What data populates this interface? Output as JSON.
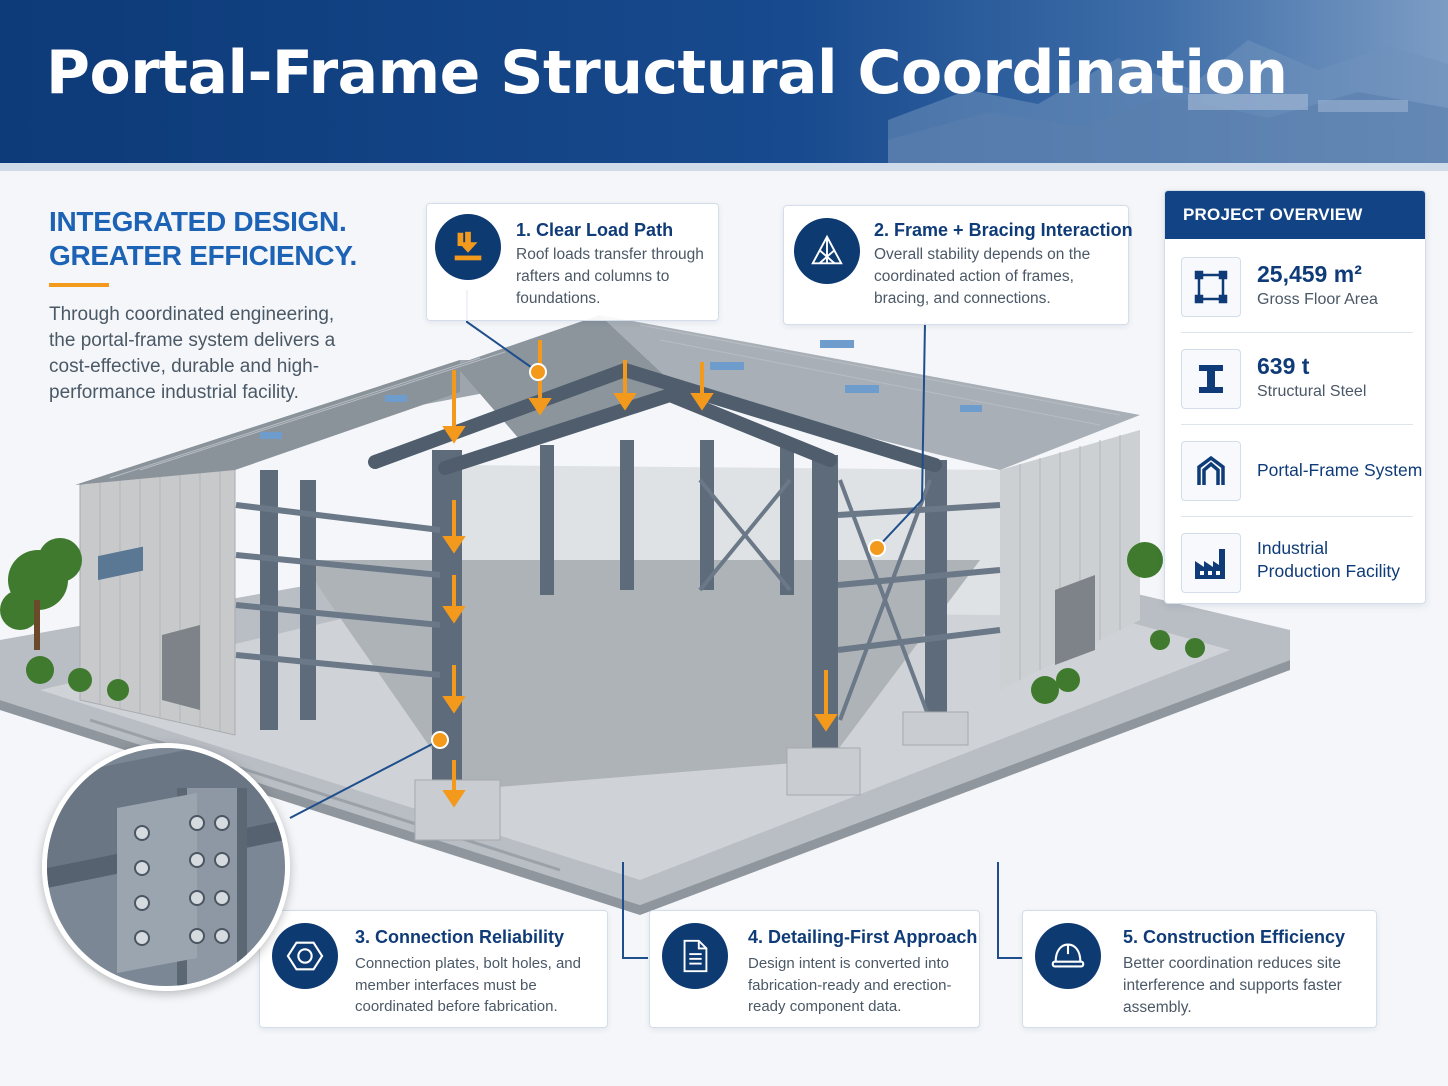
{
  "header": {
    "title": "Portal-Frame Structural Coordination"
  },
  "intro": {
    "heading_line1": "INTEGRATED DESIGN.",
    "heading_line2": "GREATER EFFICIENCY.",
    "text": "Through coordinated engineering, the portal-frame system delivers a cost-effective, durable and high-performance industrial facility."
  },
  "callouts": [
    {
      "number": "1.",
      "title": "Clear Load Path",
      "text": "Roof loads transfer through rafters and columns to foundations.",
      "icon": "load-path-icon"
    },
    {
      "number": "2.",
      "title": "Frame + Bracing Interaction",
      "text": "Overall stability depends on the coordinated action of frames, bracing, and connections.",
      "icon": "truss-icon"
    },
    {
      "number": "3.",
      "title": "Connection Reliability",
      "text": "Connection plates, bolt holes, and member interfaces must be coordinated before fabrication.",
      "icon": "hex-nut-icon"
    },
    {
      "number": "4.",
      "title": "Detailing-First Approach",
      "text": "Design intent is converted into fabrication-ready and erection-ready component data.",
      "icon": "document-icon"
    },
    {
      "number": "5.",
      "title": "Construction Efficiency",
      "text": "Better coordination reduces site interference and supports faster assembly.",
      "icon": "hard-hat-icon"
    }
  ],
  "overview": {
    "title": "PROJECT OVERVIEW",
    "items": [
      {
        "value": "25,459 m²",
        "label": "Gross Floor Area",
        "icon": "floor-area-icon"
      },
      {
        "value": "639 t",
        "label": "Structural Steel",
        "icon": "steel-beam-icon"
      },
      {
        "value": "Portal-Frame System",
        "icon": "portal-frame-icon"
      },
      {
        "value_line1": "Industrial",
        "value_line2": "Production Facility",
        "icon": "factory-icon"
      }
    ]
  },
  "colors": {
    "brand_navy": "#0e3a72",
    "heading_blue": "#1c62b5",
    "accent_orange": "#f39a1d",
    "steel_grey": "#5d6b7b"
  }
}
